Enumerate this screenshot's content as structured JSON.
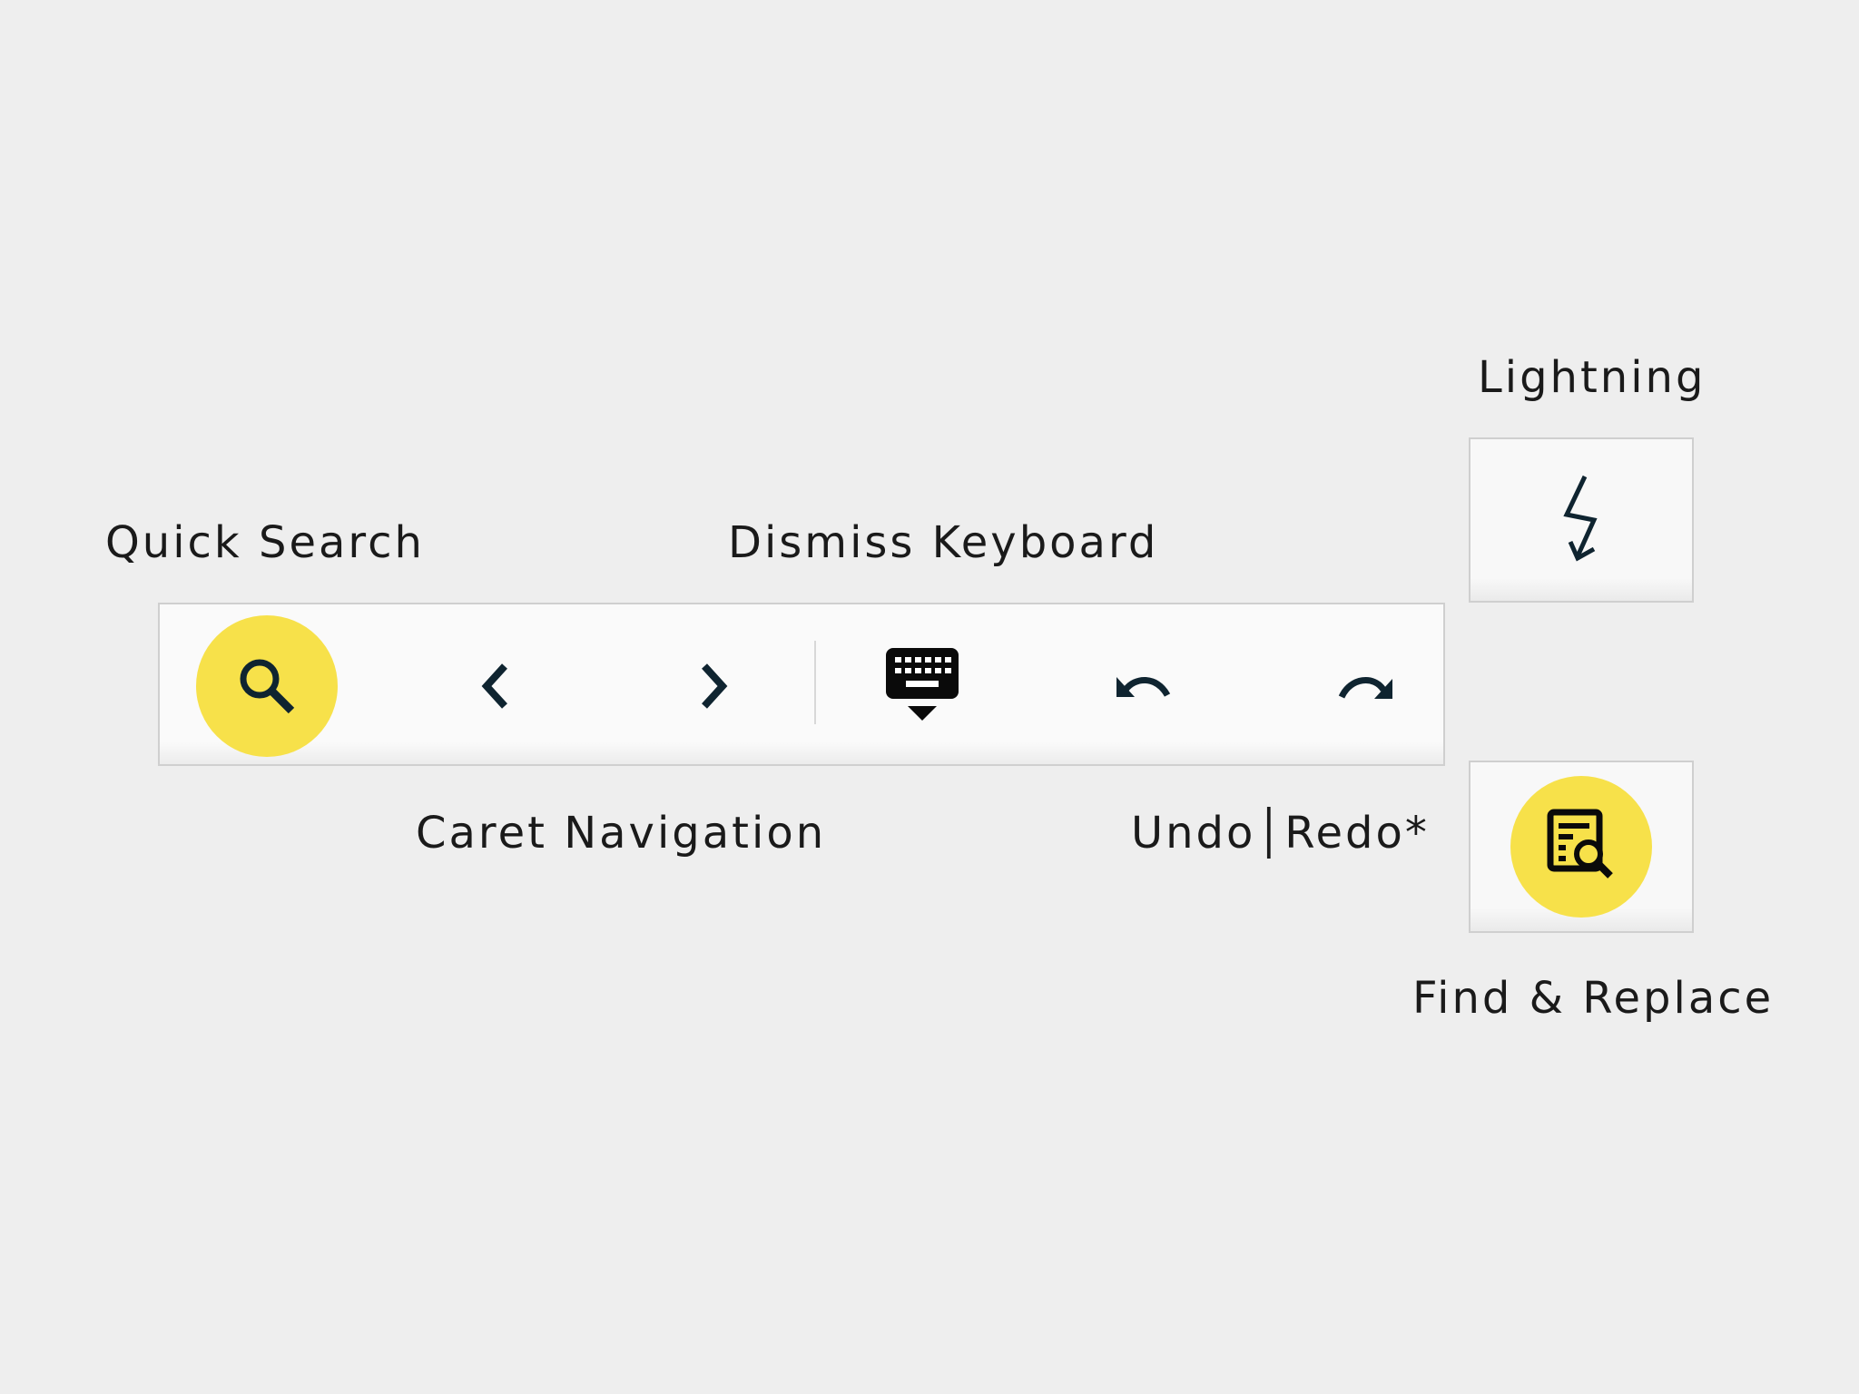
{
  "labels": {
    "lightning": "Lightning",
    "quick_search": "Quick Search",
    "dismiss_keyboard": "Dismiss Keyboard",
    "caret_navigation": "Caret Navigation",
    "undo_redo": "Undo│Redo*",
    "find_replace": "Find & Replace"
  },
  "toolbar": {
    "buttons": [
      {
        "icon": "search-icon"
      },
      {
        "icon": "chevron-left-icon"
      },
      {
        "icon": "chevron-right-icon"
      },
      {
        "icon": "keyboard-dismiss-icon"
      },
      {
        "icon": "undo-icon"
      },
      {
        "icon": "redo-icon"
      }
    ]
  },
  "side_buttons": [
    {
      "icon": "lightning-icon"
    },
    {
      "icon": "find-replace-icon"
    }
  ],
  "colors": {
    "background": "#eeeeee",
    "toolbar_bg": "#fafafa",
    "accent_yellow": "#f7e14a",
    "icon_dark": "#0f2430",
    "text": "#1a1a1a"
  }
}
